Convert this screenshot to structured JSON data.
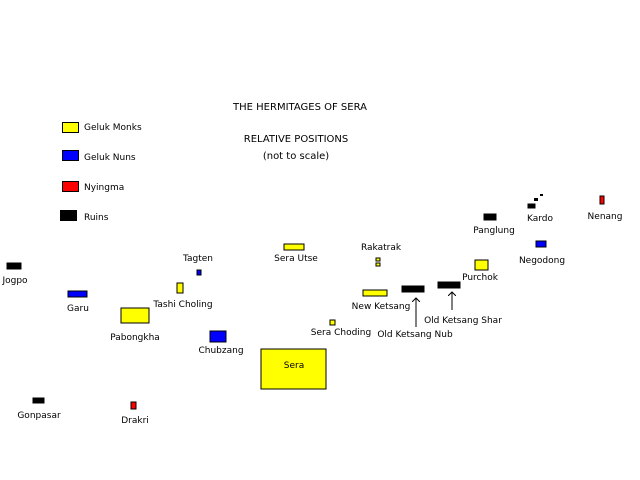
{
  "header": {
    "title": "THE HERMITAGES OF SERA",
    "subtitle_line1": "RELATIVE POSITIONS",
    "subtitle_line2": "(not to scale)"
  },
  "colors": {
    "geluk_monks": "#ffff00",
    "geluk_nuns": "#0000ff",
    "nyingma": "#ff0000",
    "ruins": "#000000"
  },
  "legend": [
    {
      "key": "geluk_monks",
      "label": "Geluk Monks"
    },
    {
      "key": "geluk_nuns",
      "label": "Geluk Nuns"
    },
    {
      "key": "nyingma",
      "label": "Nyingma"
    },
    {
      "key": "ruins",
      "label": "Ruins"
    }
  ],
  "sites": [
    {
      "name": "Jogpo",
      "type": "ruins"
    },
    {
      "name": "Garu",
      "type": "geluk_nuns"
    },
    {
      "name": "Pabongkha",
      "type": "geluk_monks"
    },
    {
      "name": "Tashi Choling",
      "type": "geluk_monks"
    },
    {
      "name": "Tagten",
      "type": "geluk_nuns"
    },
    {
      "name": "Chubzang",
      "type": "geluk_nuns"
    },
    {
      "name": "Sera",
      "type": "geluk_monks"
    },
    {
      "name": "Sera Utse",
      "type": "geluk_monks"
    },
    {
      "name": "Sera Choding",
      "type": "geluk_monks"
    },
    {
      "name": "Rakatrak",
      "type": "geluk_monks"
    },
    {
      "name": "New Ketsang",
      "type": "geluk_monks"
    },
    {
      "name": "Old Ketsang Nub",
      "type": "ruins"
    },
    {
      "name": "Old Ketsang Shar",
      "type": "ruins"
    },
    {
      "name": "Purchok",
      "type": "geluk_monks"
    },
    {
      "name": "Panglung",
      "type": "ruins"
    },
    {
      "name": "Negodong",
      "type": "geluk_nuns"
    },
    {
      "name": "Kardo",
      "type": "ruins"
    },
    {
      "name": "Nenang",
      "type": "nyingma"
    },
    {
      "name": "Gonpasar",
      "type": "ruins"
    },
    {
      "name": "Drakri",
      "type": "nyingma"
    }
  ]
}
